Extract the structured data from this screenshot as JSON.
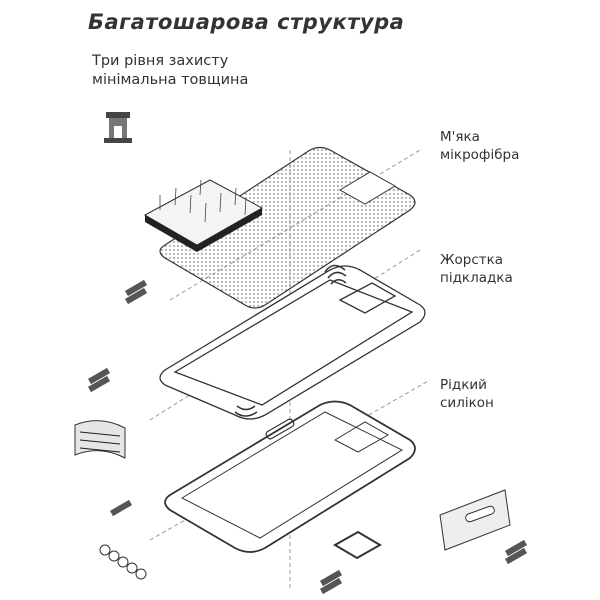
{
  "header": {
    "title": "Багатошарова структура",
    "subtitle_line1": "Три рівня захисту",
    "subtitle_line2": "мінімальна товщина"
  },
  "layers": [
    {
      "line1": "М'яка",
      "line2": "мікрофібра"
    },
    {
      "line1": "Жорстка",
      "line2": "підкладка"
    },
    {
      "line1": "Рідкий",
      "line2": "силікон"
    }
  ],
  "icons": [
    "tower-icon"
  ]
}
